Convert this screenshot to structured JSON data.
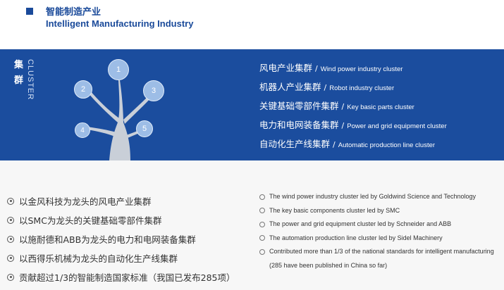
{
  "header": {
    "title_zh": "智能制造产业",
    "title_en": "Intelligent Manufacturing Industry"
  },
  "cluster_label": {
    "zh_1": "集",
    "zh_2": "群",
    "en": "CLUSTER"
  },
  "tree_nodes": [
    "1",
    "2",
    "3",
    "4",
    "5"
  ],
  "clusters": [
    {
      "zh": "风电产业集群",
      "sep": "/",
      "en": "Wind power industry cluster"
    },
    {
      "zh": "机器人产业集群",
      "sep": "/",
      "en": "Robot industry cluster"
    },
    {
      "zh": "关键基础零部件集群",
      "sep": "/",
      "en": "Key basic parts cluster"
    },
    {
      "zh": "电力和电网装备集群",
      "sep": "/",
      "en": "Power and grid equipment cluster"
    },
    {
      "zh": "自动化生产线集群",
      "sep": "/",
      "en": "Automatic production line cluster"
    }
  ],
  "highlights_zh": [
    "以金风科技为龙头的风电产业集群",
    "以SMC为龙头的关键基础零部件集群",
    "以施耐德和ABB为龙头的电力和电网装备集群",
    "以西得乐机械为龙头的自动化生产线集群",
    "贡献超过1/3的智能制造国家标准（我国已发布285项）"
  ],
  "highlights_en": [
    "The wind power industry cluster led by Goldwind Science and Technology",
    "The key basic components cluster led by SMC",
    "The power and grid equipment cluster led by Schneider and ABB",
    "The automation production line cluster led by Sidel Machinery",
    "Contributed more than 1/3 of the national standards for intelligent manufacturing (285 have been published in China so far)"
  ],
  "colors": {
    "brand_blue": "#1b4d9e",
    "node_blue": "#9dbde6",
    "tree_trunk": "#c9cfd8"
  }
}
